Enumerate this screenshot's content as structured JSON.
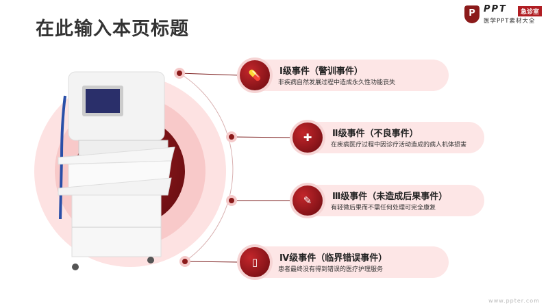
{
  "title": "在此输入本页标题",
  "logo": {
    "brand": "PPT",
    "tag": "急诊室",
    "subtitle": "医学PPT素材大全"
  },
  "items": [
    {
      "heading": "Ⅰ级事件（警训事件）",
      "desc": "非疾病自然发展过程中造成永久性功能丧失",
      "icon": "pill-icon"
    },
    {
      "heading": "Ⅱ级事件（不良事件）",
      "desc": "在疾病医疗过程中因诊疗活动造成的病人机体损害",
      "icon": "first-aid-kit-icon"
    },
    {
      "heading": "Ⅲ级事件（未造成后果事件）",
      "desc": "有轻微后果而不需任何处理可完全康复",
      "icon": "syringe-icon"
    },
    {
      "heading": "Ⅳ级事件（临界错误事件）",
      "desc": "患者最终没有得到错误的医疗护理服务",
      "icon": "test-tube-icon"
    }
  ],
  "watermark": "www.ppter.com",
  "colors": {
    "accent": "#a11e22",
    "pill": "#fde6e6"
  }
}
